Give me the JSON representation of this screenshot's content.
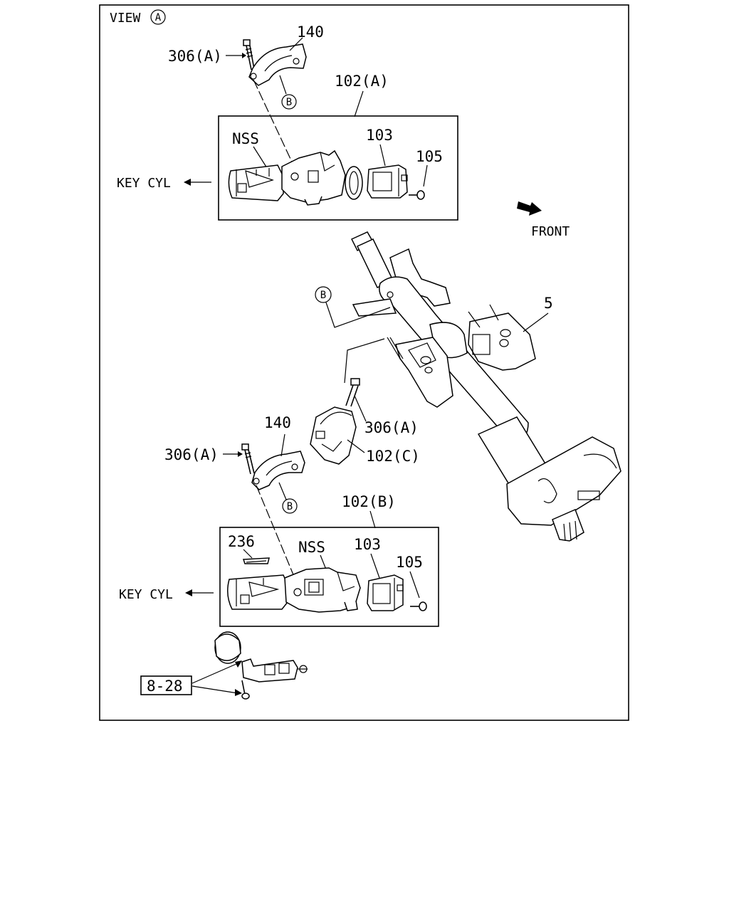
{
  "view": {
    "label": "VIEW",
    "letter": "A"
  },
  "callouts": {
    "a_306": "306(A)",
    "a_140": "140",
    "a_102": "102(A)",
    "a_nss": "NSS",
    "a_103": "103",
    "a_105": "105",
    "a_keycyl": "KEY CYL",
    "a_b_marker": "B",
    "front": "FRONT",
    "b_marker_mid": "B",
    "part_5": "5",
    "c_306": "306(A)",
    "c_102": "102(C)",
    "b_306": "306(A)",
    "b_140": "140",
    "b_b_marker": "B",
    "b_102": "102(B)",
    "b_236": "236",
    "b_nss": "NSS",
    "b_103": "103",
    "b_105": "105",
    "b_keycyl": "KEY CYL",
    "ref_828": "8-28"
  }
}
